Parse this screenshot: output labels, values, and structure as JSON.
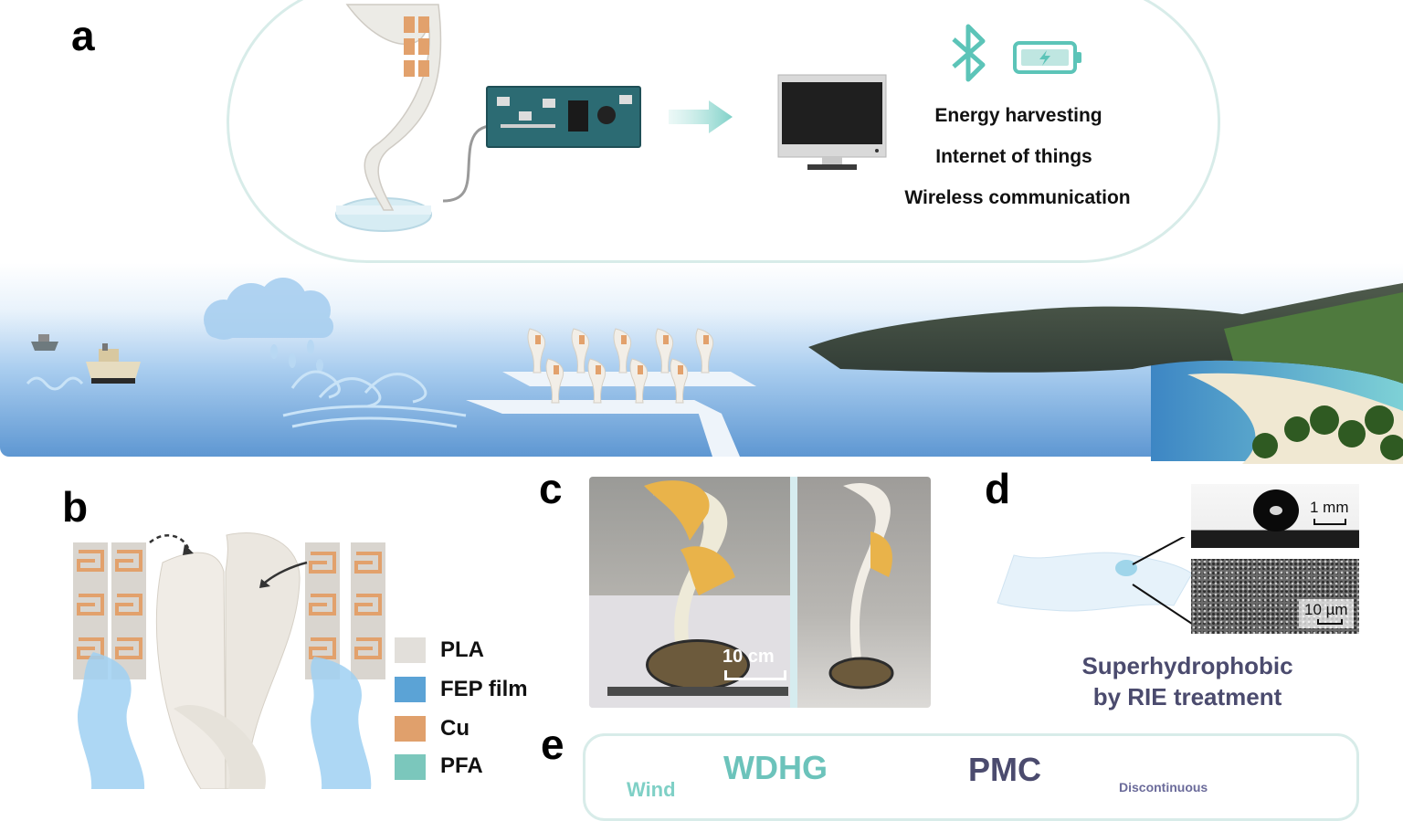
{
  "panels": {
    "a": "a",
    "b": "b",
    "c": "c",
    "d": "d",
    "e": "e"
  },
  "panel_a": {
    "features": [
      "Energy harvesting",
      "Internet of things",
      "Wireless communication"
    ],
    "icons": [
      "bluetooth-icon",
      "battery-icon",
      "monitor-icon",
      "circuit-board-icon",
      "arrow-right-icon"
    ]
  },
  "panel_b": {
    "legend": [
      {
        "label": "PLA",
        "color": "#e2dfda"
      },
      {
        "label": "FEP film",
        "color": "#5ba3d6"
      },
      {
        "label": "Cu",
        "color": "#e0a06c"
      },
      {
        "label": "PFA",
        "color": "#7bc7bc"
      }
    ]
  },
  "panel_c": {
    "scale_label": "10 cm"
  },
  "panel_d": {
    "scale_top": "1 mm",
    "scale_bottom": "10 µm",
    "caption_line1": "Superhydrophobic",
    "caption_line2": "by RIE treatment"
  },
  "panel_e": {
    "title_left": "WDHG",
    "title_right": "PMC",
    "partial_left": "Wind",
    "partial_right": "Discontinuous",
    "color_left": "#6cc3bb",
    "color_right": "#4b4b6e"
  },
  "colors": {
    "accent_teal": "#5cc4b8",
    "sea_top": "#e9f3fb",
    "sea_bottom": "#4a86c8"
  }
}
